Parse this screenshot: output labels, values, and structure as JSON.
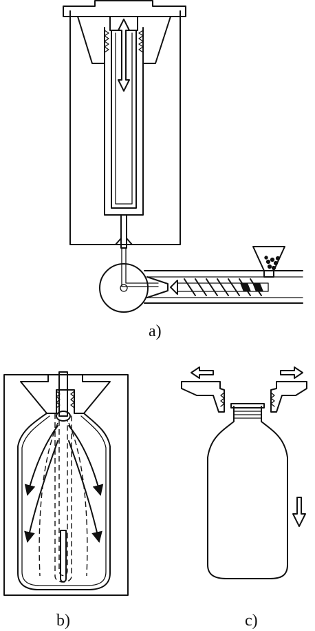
{
  "figure": {
    "panels": [
      {
        "id": "a",
        "label": "a)"
      },
      {
        "id": "b",
        "label": "b)"
      },
      {
        "id": "c",
        "label": "c)"
      }
    ]
  }
}
